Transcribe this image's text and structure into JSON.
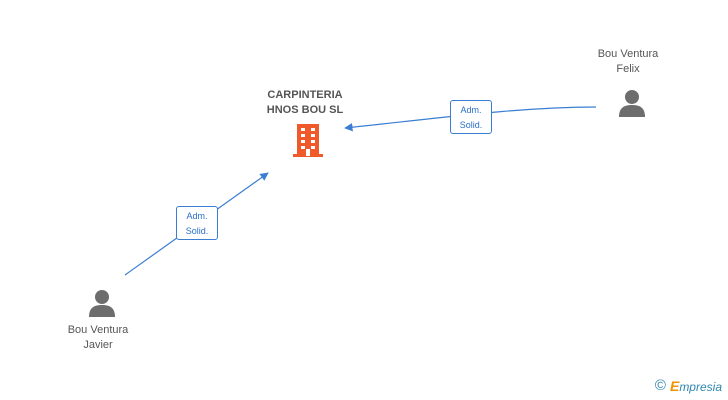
{
  "company": {
    "name": "CARPINTERIA\nHNOS BOU SL",
    "icon": "building-icon",
    "color": "#f05a2a"
  },
  "people": [
    {
      "name": "Bou Ventura\nFelix",
      "icon": "person-icon",
      "role": "Adm.\nSolid."
    },
    {
      "name": "Bou Ventura\nJavier",
      "icon": "person-icon",
      "role": "Adm.\nSolid."
    }
  ],
  "colors": {
    "edge": "#3a7ed3",
    "person": "#6d6d6d",
    "text": "#555555"
  },
  "footer": {
    "copyright": "©",
    "brand_first": "E",
    "brand_rest": "mpresia"
  }
}
